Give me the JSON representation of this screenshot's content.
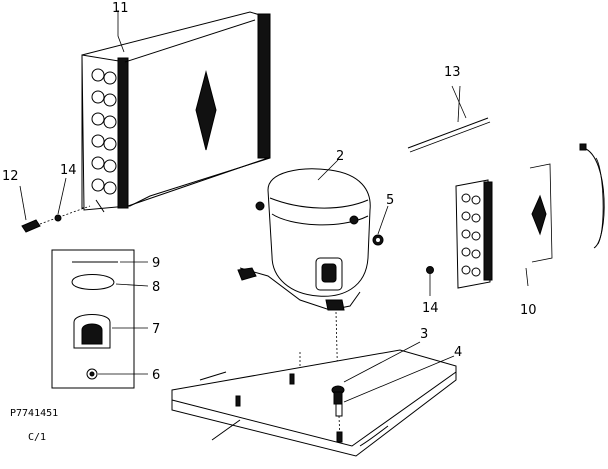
{
  "document_code": "P7741451",
  "sheet_note": "C/1",
  "part_labels": {
    "p2": "2",
    "p3": "3",
    "p4": "4",
    "p5": "5",
    "p6": "6",
    "p7": "7",
    "p8": "8",
    "p9": "9",
    "p10": "10",
    "p11": "11",
    "p12": "12",
    "p13": "13",
    "p14a": "14",
    "p14b": "14"
  }
}
